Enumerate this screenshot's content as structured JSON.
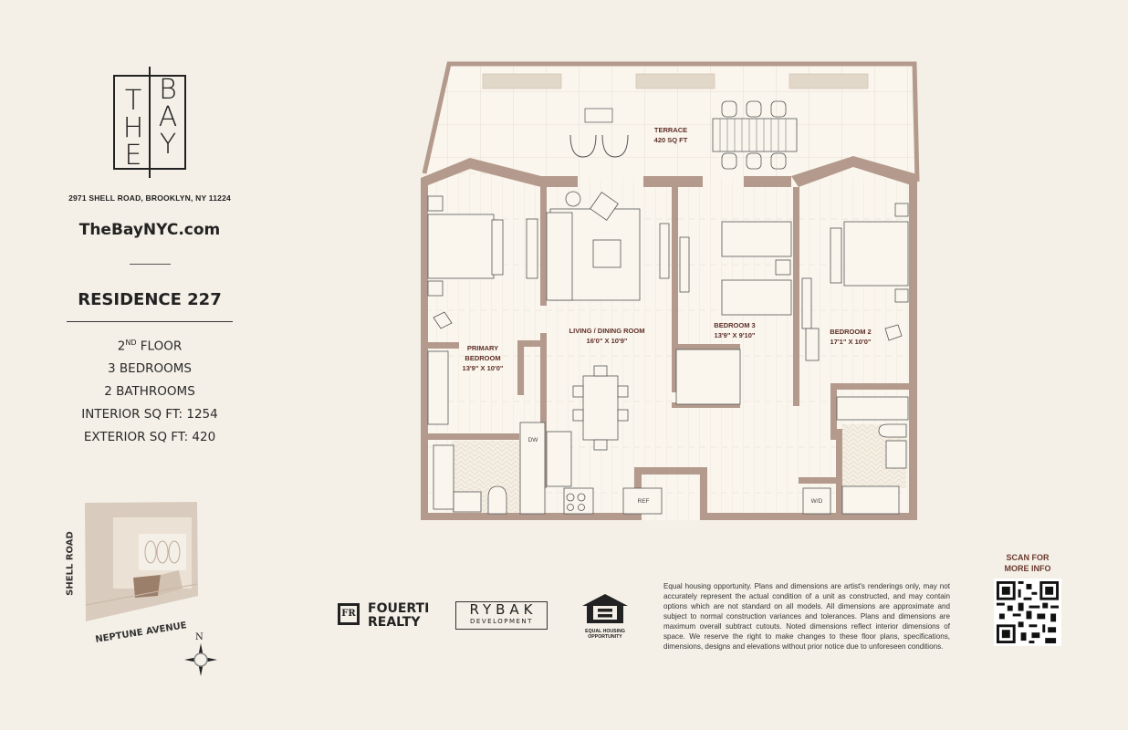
{
  "logo": {
    "letters_left": [
      "T",
      "H",
      "E"
    ],
    "letters_right": [
      "B",
      "A",
      "Y"
    ]
  },
  "address": "2971 SHELL ROAD, BROOKLYN, NY 11224",
  "website": "TheBayNYC.com",
  "residence": {
    "title": "RESIDENCE 227",
    "floor_num": "2",
    "floor_suffix": "ND",
    "floor_word": " FLOOR",
    "bedrooms": "3 BEDROOMS",
    "bathrooms": "2 BATHROOMS",
    "interior": "INTERIOR SQ FT: 1254",
    "exterior": "EXTERIOR SQ FT: 420"
  },
  "site_plan": {
    "street_left": "SHELL ROAD",
    "street_bottom": "NEPTUNE AVENUE",
    "compass_label": "N"
  },
  "rooms": [
    {
      "name": "TERRACE",
      "dims": "420 SQ FT"
    },
    {
      "name": "PRIMARY BEDROOM",
      "name2": "BEDROOM",
      "name1": "PRIMARY",
      "dims": "13'9\" X 10'0\""
    },
    {
      "name": "LIVING / DINING ROOM",
      "dims": "16'0\" X 10'9\""
    },
    {
      "name": "BEDROOM 3",
      "dims": "13'9\" X 9'10\""
    },
    {
      "name": "BEDROOM 2",
      "dims": "17'1\" X 10'0\""
    }
  ],
  "appliances": {
    "dw": "DW",
    "ref": "REF",
    "wd": "W/D"
  },
  "brands": {
    "fouerti_mark": "FR",
    "fouerti_line1": "FOUERTI",
    "fouerti_line2": "REALTY",
    "rybak_line1": "RYBAK",
    "rybak_line2": "DEVELOPMENT",
    "eho_line1": "EQUAL HOUSING",
    "eho_line2": "OPPORTUNITY"
  },
  "disclaimer": "Equal housing opportunity. Plans and dimensions are artist's renderings only, may not accurately represent the actual condition of a unit as constructed, and may contain options which are not standard on all models. All dimensions are approximate and subject to normal construction variances and tolerances. Plans and dimensions are maximum overall subtract cutouts. Noted dimensions reflect interior dimensions of space. We reserve the right to make changes to these floor plans, specifications, dimensions, designs and elevations without prior notice due to unforeseen conditions.",
  "qr": {
    "line1": "SCAN FOR",
    "line2": "MORE INFO"
  },
  "colors": {
    "background": "#f4f0e7",
    "wall": "#b39a8c",
    "floor": "#faf6ee",
    "label": "#5e2f27"
  }
}
